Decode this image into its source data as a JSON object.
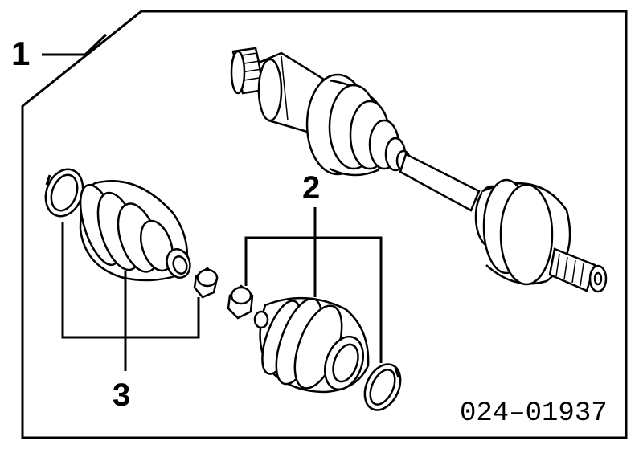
{
  "callouts": {
    "item1": "1",
    "item2": "2",
    "item3": "3"
  },
  "part_number": "024–01937",
  "colors": {
    "line": "#000000",
    "background": "#ffffff"
  }
}
